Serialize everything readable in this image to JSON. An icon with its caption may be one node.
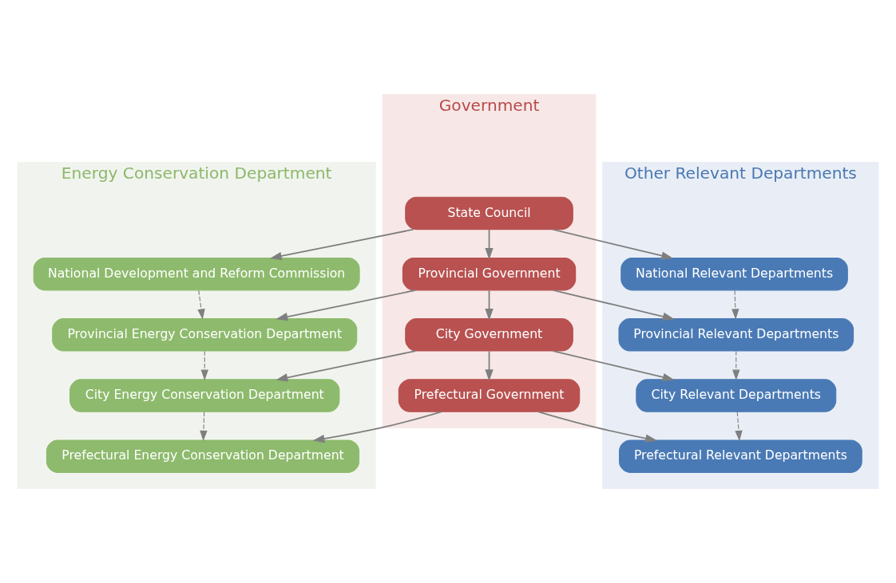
{
  "diagram": {
    "nodes": [
      {
        "text": [
          "Energy Conservation Department"
        ]
      },
      {
        "text": [
          "Government"
        ]
      },
      {
        "text": [
          "Other Relevant Departments"
        ]
      },
      {
        "text": [
          "State Council"
        ],
        "in": 1
      },
      {
        "text": [
          "National Development and Reform Commission"
        ],
        "in": 0
      },
      {
        "text": [
          "National Relevant Departments"
        ],
        "in": 2
      },
      {
        "text": [
          "Provincial Government"
        ],
        "in": 1
      },
      {
        "text": [
          "Provincial Energy Conservation Department"
        ],
        "in": 0
      },
      {
        "text": [
          "Provincial Relevant Departments"
        ],
        "in": 2
      },
      {
        "text": [
          "City Government"
        ],
        "in": 1
      },
      {
        "text": [
          "City Energy Conservation Department"
        ],
        "in": 0
      },
      {
        "text": [
          "City Relevant Departments"
        ],
        "in": 2
      },
      {
        "text": [
          "Prefectural Government"
        ],
        "in": 1
      },
      {
        "text": [
          "Prefectural Energy Conservation Department"
        ],
        "in": 0
      },
      {
        "text": [
          "Prefectural Relevant Departments"
        ],
        "in": 2
      }
    ],
    "edges": [
      {
        "from": 3,
        "to": 4,
        "arrow": "to"
      },
      {
        "from": 3,
        "to": 5,
        "arrow": "to"
      },
      {
        "from": 3,
        "to": 6,
        "arrow": "to"
      },
      {
        "from": 6,
        "to": 7,
        "arrow": "to"
      },
      {
        "from": 6,
        "to": 8,
        "arrow": "to"
      },
      {
        "from": 6,
        "to": 9,
        "arrow": "to"
      },
      {
        "from": 9,
        "to": 10,
        "arrow": "to"
      },
      {
        "from": 9,
        "to": 11,
        "arrow": "to"
      },
      {
        "from": 9,
        "to": 12,
        "arrow": "to"
      },
      {
        "from": 12,
        "to": 13,
        "arrow": "to"
      },
      {
        "from": 12,
        "to": 14,
        "arrow": "to"
      },
      {
        "from": 4,
        "to": 7,
        "arrow": "to",
        "style": "dashed"
      },
      {
        "from": 7,
        "to": 10,
        "arrow": "to",
        "style": "dashed"
      },
      {
        "from": 10,
        "to": 13,
        "arrow": "to",
        "style": "dashed"
      },
      {
        "from": 5,
        "to": 8,
        "arrow": "to",
        "style": "dashed"
      },
      {
        "from": 8,
        "to": 11,
        "arrow": "to",
        "style": "dashed"
      },
      {
        "from": 11,
        "to": 14,
        "arrow": "to",
        "style": "dashed"
      }
    ]
  }
}
